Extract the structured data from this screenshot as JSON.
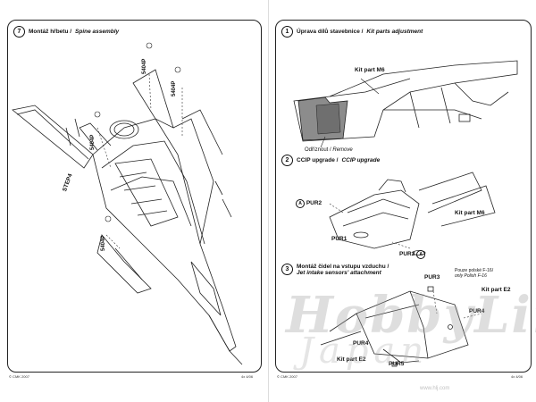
{
  "left_page": {
    "step_number": "7",
    "title_cz": "Montáž hřbetu /",
    "title_en": "Spine assembly",
    "label_step4": "STEP4",
    "parts": [
      "5404P",
      "5404P",
      "5404P",
      "5404P"
    ],
    "footer_left": "© CMK 2007",
    "footer_right": "4x 4/06"
  },
  "right_page": {
    "sections": [
      {
        "number": "1",
        "title_cz": "Úprava dílů stavebnice /",
        "title_en": "Kit parts adjustment"
      },
      {
        "number": "2",
        "title_cz": "CCIP upgrade /",
        "title_en": "CCIP upgrade"
      },
      {
        "number": "3",
        "title_cz": "Montáž čidel na vstupu vzduchu /",
        "title_en": "Jet intake sensors' attachment"
      }
    ],
    "kit_part_m6_a": "Kit part M6",
    "odriznout": "Odříznout /",
    "remove": "Remove",
    "pur2_a": "PUR2",
    "pur2_b": "PUR2",
    "pur1": "PUR1",
    "circle_a": "A",
    "kit_part_m6_b": "Kit part M6",
    "pur3": "PUR3",
    "note_cz": "Pouze polské F-16/",
    "note_en": "only Polish F-16",
    "kit_part_e2_a": "Kit part E2",
    "pur4_a": "PUR4",
    "pur4_b": "PUR4",
    "kit_part_e2_b": "Kit part E2",
    "pur5": "PUR5",
    "footer_left": "© CMK 2007",
    "footer_right": "4x 4/06"
  },
  "watermark": {
    "line1": "HobbyLink",
    "line2": "Japan",
    "url": "www.hlj.com"
  }
}
